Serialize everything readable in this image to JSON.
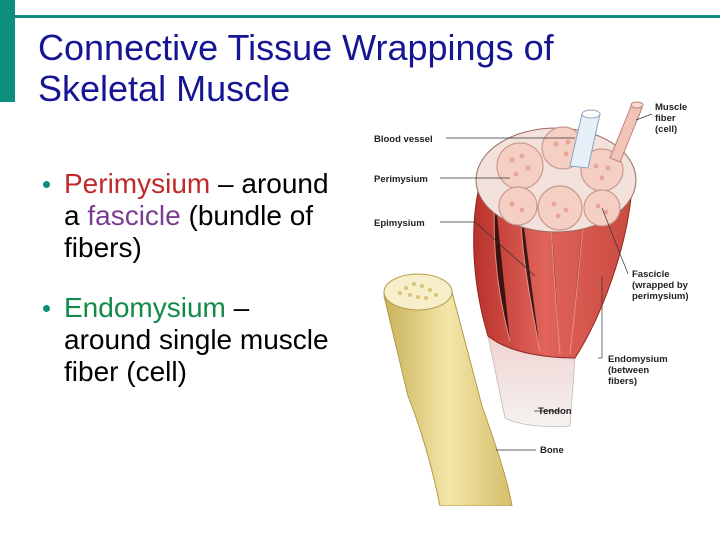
{
  "title": {
    "line1": "Connective Tissue Wrappings of",
    "line2": "Skeletal Muscle"
  },
  "bullets": [
    {
      "term": "Perimysium",
      "part1": " – around a ",
      "keyword": "fascicle",
      "part2": " (bundle of fibers)"
    },
    {
      "term": "Endomysium",
      "part1": " – around single muscle fiber (cell)"
    }
  ],
  "diagram": {
    "labels": {
      "blood_vessel": "Blood vessel",
      "perimysium": "Perimysium",
      "epimysium": "Epimysium",
      "muscle_fiber": [
        "Muscle",
        "fiber",
        "(cell)"
      ],
      "fascicle": [
        "Fascicle",
        "(wrapped by",
        "perimysium)"
      ],
      "endomysium": [
        "Endomysium",
        "(between",
        "fibers)"
      ],
      "tendon": "Tendon",
      "bone": "Bone"
    }
  },
  "colors": {
    "accent": "#0e8f7e",
    "title": "#161694",
    "perimysium_term": "#c02a2a",
    "fascicle_term": "#7a3d8f",
    "endomysium_term": "#138a4a"
  }
}
